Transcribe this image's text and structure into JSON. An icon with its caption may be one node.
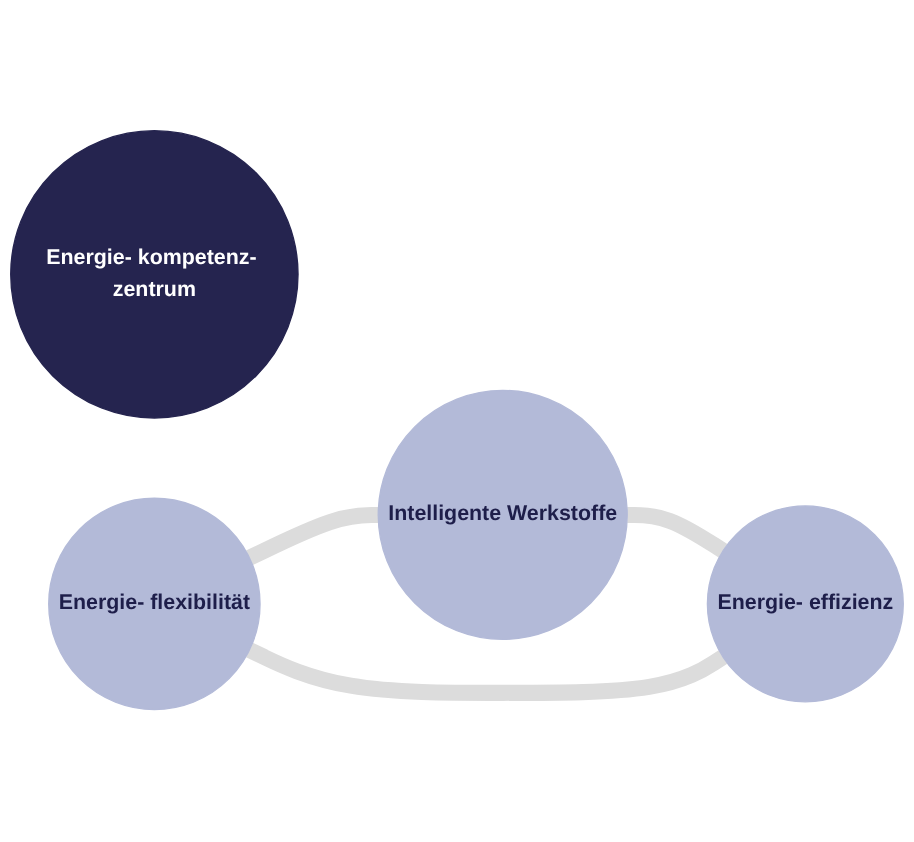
{
  "diagram": {
    "nodes": [
      {
        "text": [
          "Intelligente Werkstoffe"
        ]
      },
      {
        "text": [
          "Energie- kompetenz- zentrum"
        ]
      },
      {
        "text": [
          "Energie- flexibilität"
        ]
      },
      {
        "text": [
          "Energie- effizienz"
        ]
      }
    ],
    "edges": [
      {
        "from": 2,
        "to": 0,
        "arrow": "none"
      },
      {
        "from": 0,
        "to": 3,
        "arrow": "none"
      },
      {
        "from": 2,
        "to": 3,
        "arrow": "none"
      }
    ]
  }
}
